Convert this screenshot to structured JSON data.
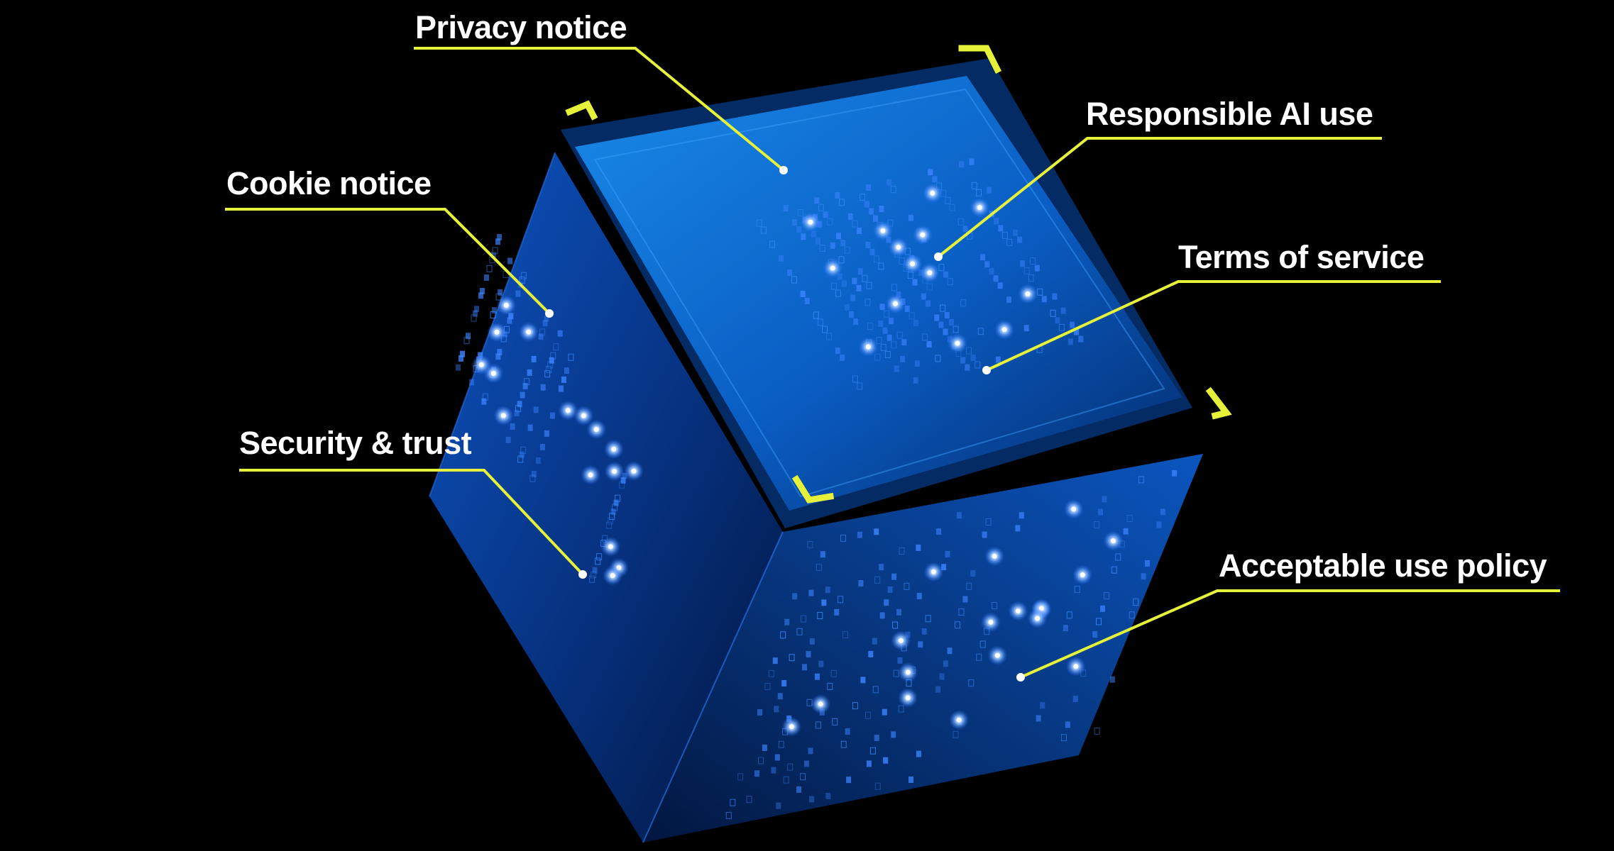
{
  "colors": {
    "background": "#000000",
    "accent_yellow": "#e6f23a",
    "cube_face_top": "#0a6fd6",
    "cube_face_left": "#0b4fb0",
    "cube_face_right": "#073f9a",
    "glow_dot": "#cfe3ff"
  },
  "labels": [
    {
      "id": "privacy",
      "text": "Privacy notice"
    },
    {
      "id": "responsible-ai",
      "text": "Responsible AI use"
    },
    {
      "id": "cookie",
      "text": "Cookie notice"
    },
    {
      "id": "terms",
      "text": "Terms of service"
    },
    {
      "id": "security",
      "text": "Security & trust"
    },
    {
      "id": "acceptable-use",
      "text": "Acceptable use policy"
    }
  ]
}
